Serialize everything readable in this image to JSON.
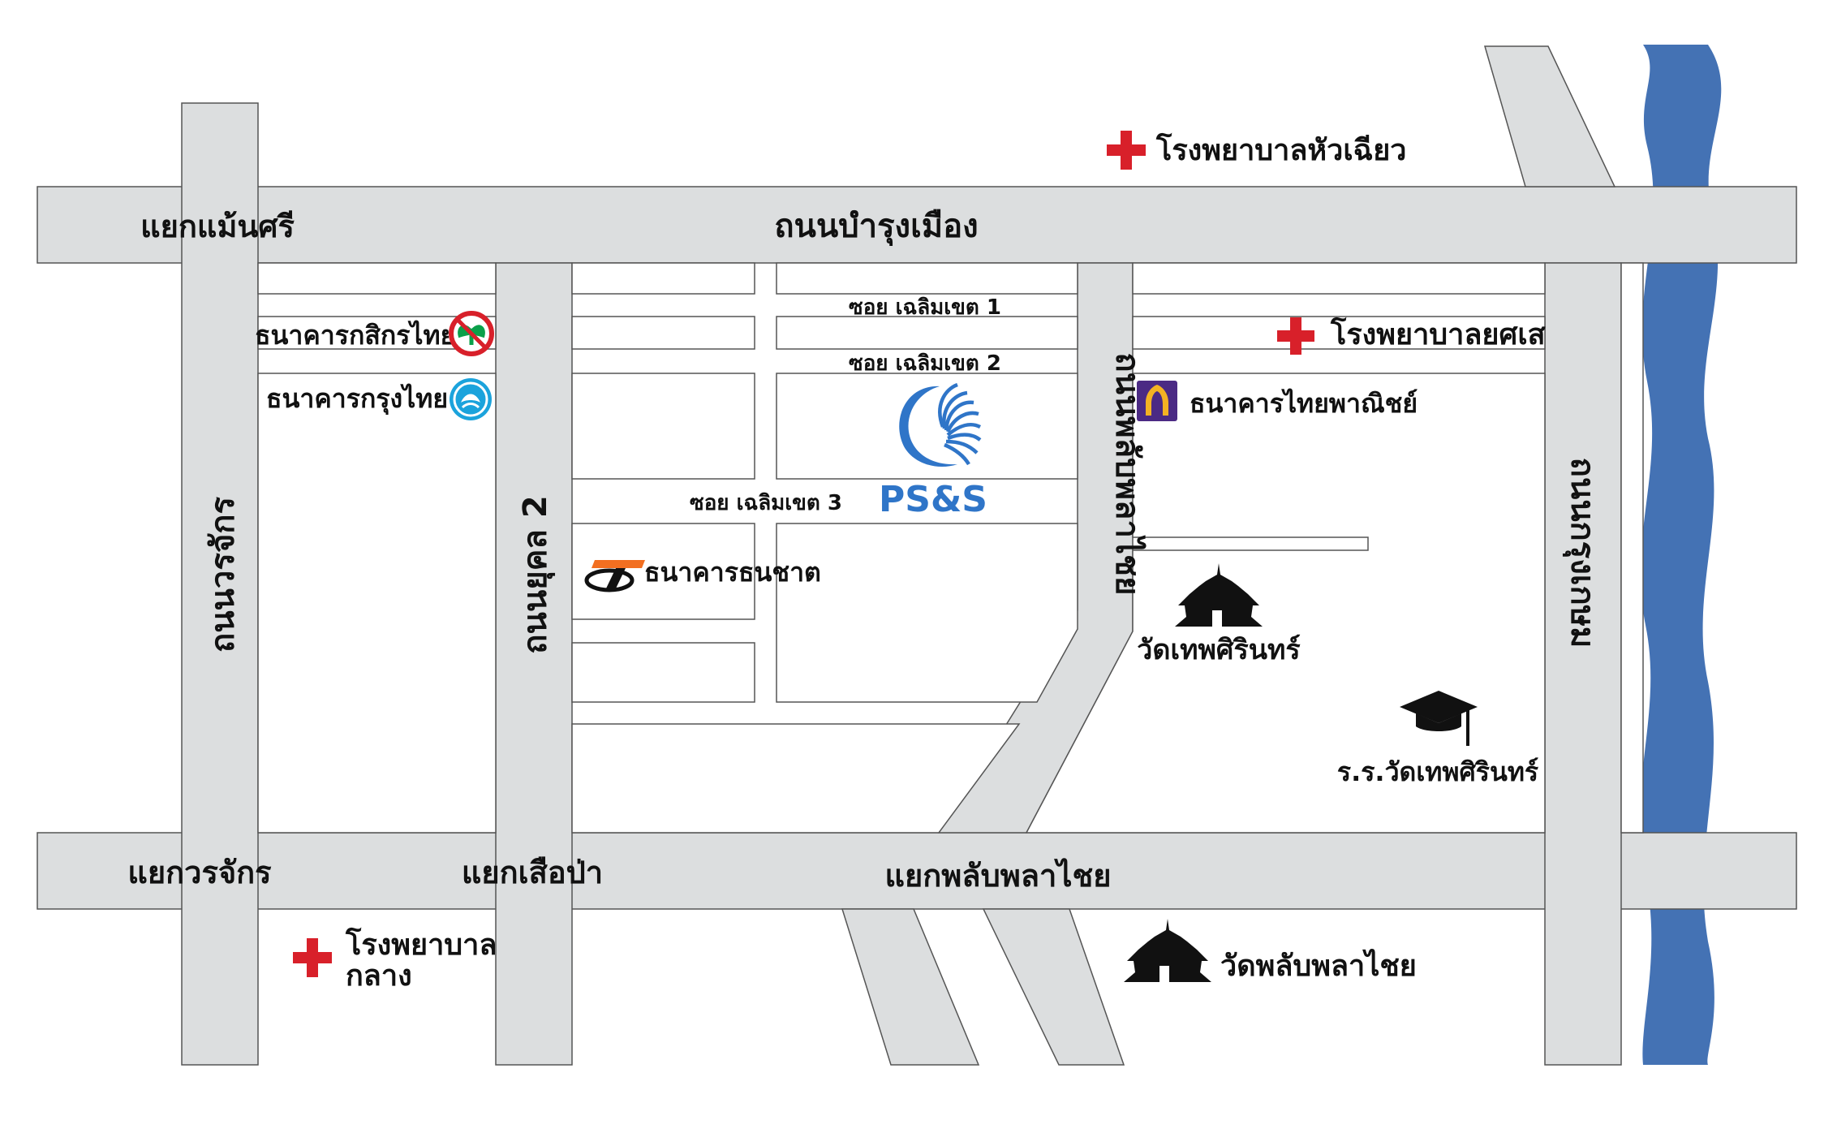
{
  "roads": {
    "bamrung_muang": "ถนนบำรุงเมือง",
    "worachak": "ถนนวรจักร",
    "yukhon2": "ถนนยุคล 2",
    "phlap_phla_chai": "ถนนพลับพลาไชย",
    "krung_kasem": "ถนนกรุงเกษม"
  },
  "intersections": {
    "maen_si": "แยกแม้นศรี",
    "worachak": "แยกวรจักร",
    "suea_pa": "แยกเสือป่า",
    "phlap_phla_chai": "แยกพลับพลาไชย"
  },
  "sois": {
    "soi1": "ซอย  เฉลิมเขต 1",
    "soi2": "ซอย  เฉลิมเขต 2",
    "soi3": "ซอย  เฉลิมเขต 3"
  },
  "places": {
    "hua_chiew": "โรงพยาบาลหัวเฉียว",
    "yotse": "โรงพยาบาลยศเส",
    "klang_line1": "โรงพยาบาล",
    "klang_line2": "กลาง",
    "kbank": "ธนาคารกสิกรไทย",
    "ktb": "ธนาคารกรุงไทย",
    "scb": "ธนาคารไทยพาณิชย์",
    "tbank": "ธนาคารธนชาต",
    "wat_thep": "วัดเทพศิรินทร์",
    "school": "ร.ร.วัดเทพศิรินทร์",
    "wat_phlap": "วัดพลับพลาไชย",
    "logo": "PS&S"
  },
  "colors": {
    "road": "#dcdedf",
    "road_edge": "#555555",
    "river": "#4472b4",
    "hospital_cross": "#d8202a",
    "kbank": "#0aa04a",
    "ktb": "#1ba3dc",
    "scb": "#4b2a84",
    "tbank_orange": "#f26f21",
    "logo_blue": "#2f75c8"
  },
  "icons": {
    "hospital": "red-cross-icon",
    "temple": "temple-icon",
    "school": "graduation-cap-icon"
  }
}
